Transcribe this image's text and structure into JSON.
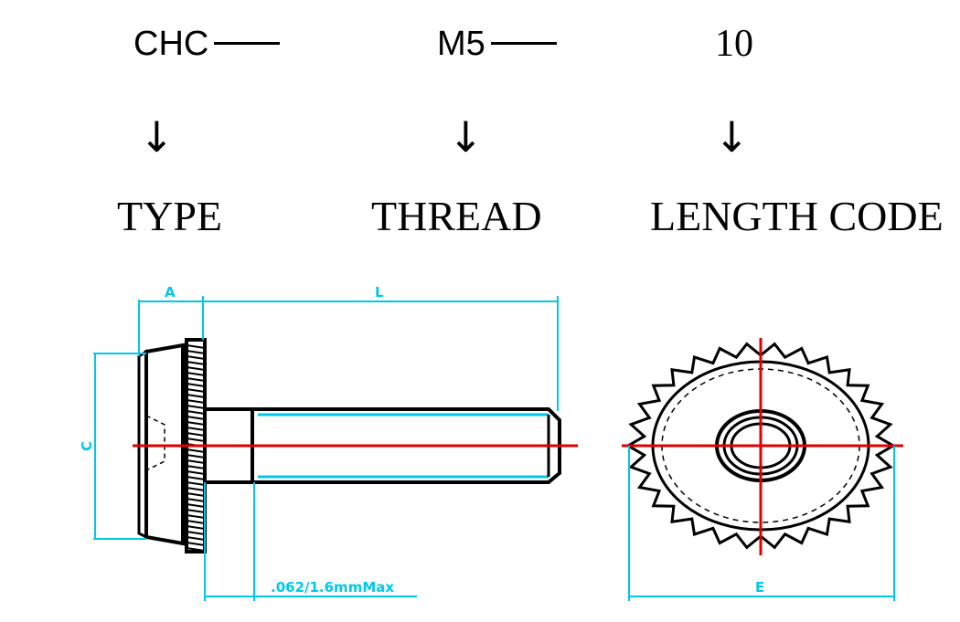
{
  "code": {
    "type": "CHC",
    "thread": "M5",
    "length": "10"
  },
  "arrow": "↓",
  "labels": {
    "type": "TYPE",
    "thread": "THREAD",
    "length": "LENGTH CODE"
  },
  "dimensions": {
    "a": "A",
    "l": "L",
    "c": "C",
    "e": "E",
    "note": ".062/1.6mmMax"
  },
  "colors": {
    "dimension": "#00c8e8",
    "centerline": "#e00000",
    "outline": "#000000"
  }
}
